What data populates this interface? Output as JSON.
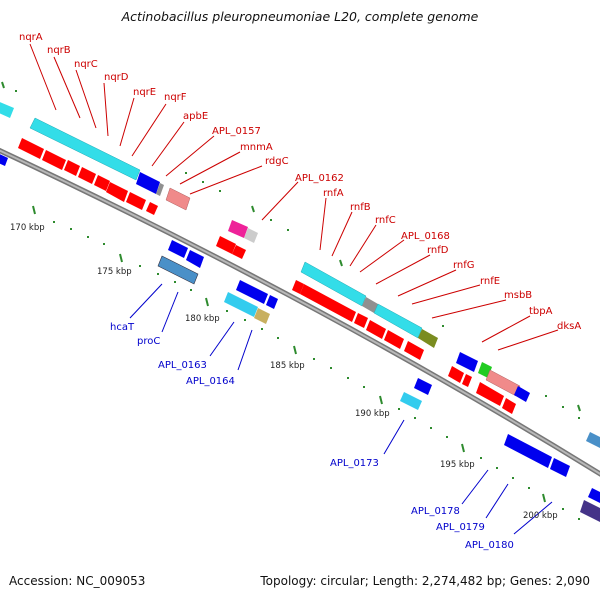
{
  "title": "Actinobacillus pleuropneumoniae L20, complete genome",
  "accession": "Accession: NC_009053",
  "topology": "Topology: circular; Length: 2,274,482 bp; Genes: 2,090",
  "colors": {
    "forward_label": "#cc0000",
    "reverse_label": "#0000cc",
    "backbone": "#8c8c8c",
    "tick": "#2e8b2e",
    "cds_red": "#ff0000",
    "cds_blue": "#0000ee",
    "cds_cyan": "#33dde8",
    "cds_pink": "#f08a8a",
    "cds_magenta": "#ee2299",
    "cds_olive": "#7a8c20",
    "cds_gray": "#909090",
    "cds_lightgray": "#cccccc",
    "cds_steel": "#4a90c8",
    "cds_navy": "#443388"
  },
  "scale_labels": [
    "170 kbp",
    "175 kbp",
    "180 kbp",
    "185 kbp",
    "190 kbp",
    "195 kbp",
    "200 kbp"
  ],
  "forward_genes": [
    "nqrA",
    "nqrB",
    "nqrC",
    "nqrD",
    "nqrE",
    "nqrF",
    "apbE",
    "APL_0157",
    "mnmA",
    "rdgC",
    "APL_0162",
    "rnfA",
    "rnfB",
    "rnfC",
    "APL_0168",
    "rnfD",
    "rnfG",
    "rnfE",
    "msbB",
    "tbpA",
    "dksA"
  ],
  "reverse_genes": [
    "hcaT",
    "proC",
    "APL_0163",
    "APL_0164",
    "APL_0173",
    "APL_0178",
    "APL_0179",
    "APL_0180"
  ]
}
